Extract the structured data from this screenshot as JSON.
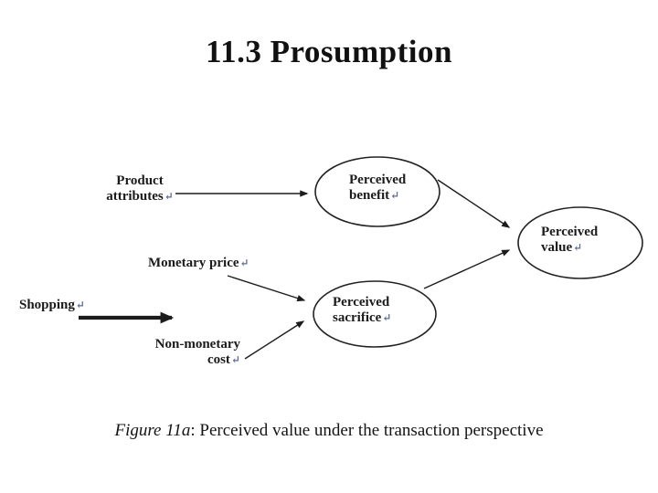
{
  "slide": {
    "title": "11.3 Prosumption",
    "background": "#ffffff",
    "caption": {
      "figure_label": "Figure 11a",
      "rest": ": Perceived value under the transaction perspective"
    }
  },
  "diagram": {
    "stroke_color": "#1c1c1c",
    "text_color": "#1b1b1b",
    "nodes": [
      {
        "name": "perceived-benefit",
        "shape": "ellipse",
        "line1": "Perceived",
        "line2": "benefit",
        "mark": "↵"
      },
      {
        "name": "perceived-value",
        "shape": "ellipse",
        "line1": "Perceived",
        "line2": "value",
        "mark": "↵"
      },
      {
        "name": "perceived-sacrifice",
        "shape": "ellipse",
        "line1": "Perceived",
        "line2": "sacrifice",
        "mark": "↵"
      }
    ],
    "labels": [
      {
        "name": "product-attributes",
        "line1": "Product",
        "line2": "attributes",
        "mark": "↵"
      },
      {
        "name": "monetary-price",
        "line1": "Monetary price",
        "mark": "↵"
      },
      {
        "name": "shopping",
        "line1": "Shopping",
        "mark": "↵"
      },
      {
        "name": "non-monetary-cost",
        "line1": "Non-monetary",
        "line2": "cost",
        "mark": "↵"
      }
    ],
    "edges": [
      {
        "from": "product-attributes",
        "to": "perceived-benefit",
        "style": "thin"
      },
      {
        "from": "monetary-price",
        "to": "perceived-sacrifice",
        "style": "thin"
      },
      {
        "from": "non-monetary-cost",
        "to": "perceived-sacrifice",
        "style": "thin"
      },
      {
        "from": "perceived-benefit",
        "to": "perceived-value",
        "style": "thin"
      },
      {
        "from": "perceived-sacrifice",
        "to": "perceived-value",
        "style": "thin"
      },
      {
        "from": "shopping",
        "to": "",
        "style": "thick"
      }
    ]
  }
}
